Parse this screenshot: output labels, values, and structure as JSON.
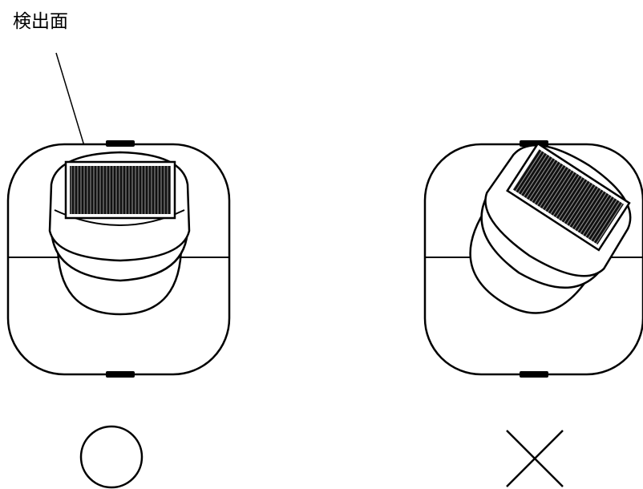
{
  "label": {
    "text": "検出面"
  },
  "marks": {
    "correct": "correct-circle-mark",
    "incorrect": "incorrect-cross-mark"
  },
  "colors": {
    "stroke": "#000000",
    "background": "#ffffff"
  }
}
